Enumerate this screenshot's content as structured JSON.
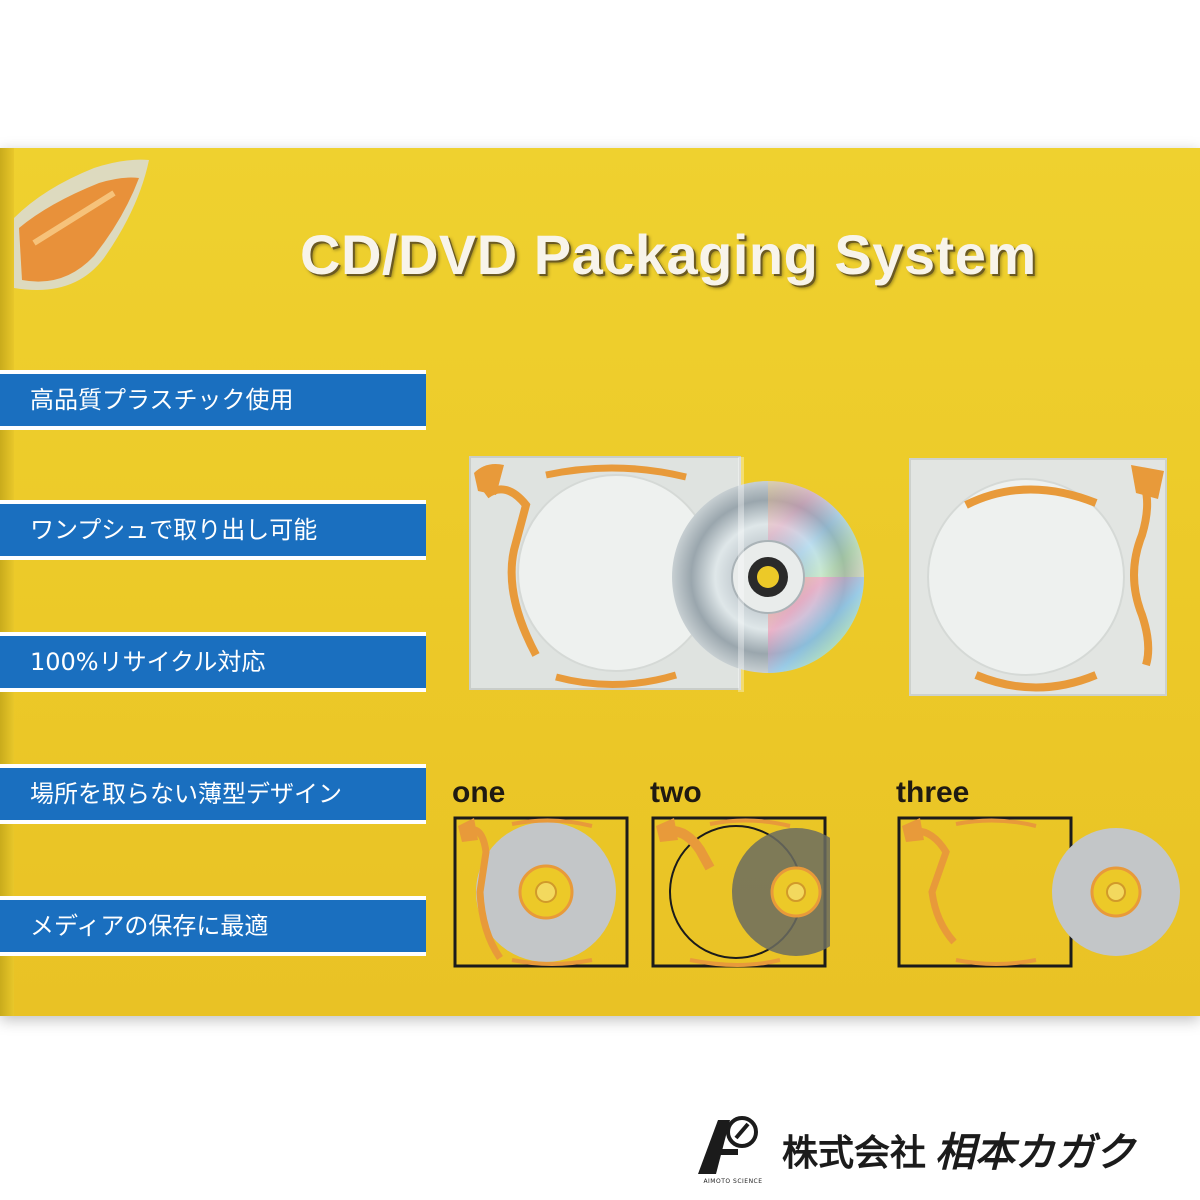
{
  "title": "CD/DVD Packaging System",
  "features": [
    "高品質プラスチック使用",
    "ワンプシュで取り出し可能",
    "100%リサイクル対応",
    "場所を取らない薄型デザイン",
    "メディアの保存に最適"
  ],
  "steps": [
    "one",
    "two",
    "three"
  ],
  "company": {
    "prefix": "株式会社",
    "name": "相本カガク",
    "logo_text": "AIMOTO SCIENCE"
  },
  "colors": {
    "box_yellow": "#ecc928",
    "feature_blue": "#1a6fbf",
    "clip_orange": "#e89a3a"
  }
}
